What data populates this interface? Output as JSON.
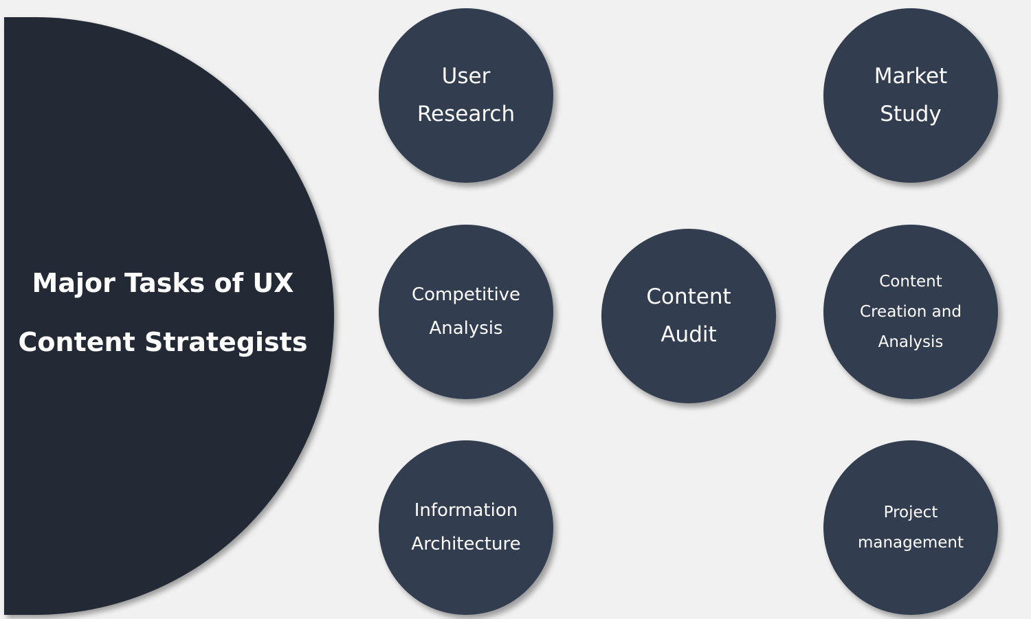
{
  "hub": {
    "line1": "Major Tasks of UX",
    "line2": "Content Strategists"
  },
  "tasks": {
    "user_research": [
      "User",
      "Research"
    ],
    "market_study": [
      "Market",
      "Study"
    ],
    "competitive_analysis": [
      "Competitive",
      "Analysis"
    ],
    "content_audit": [
      "Content",
      "Audit"
    ],
    "content_creation": [
      "Content",
      "Creation and",
      "Analysis"
    ],
    "information_architecture": [
      "Information",
      "Architecture"
    ],
    "project_management": [
      "Project",
      "management"
    ]
  },
  "colors": {
    "background": "#f1f1f1",
    "hub": "#232a35",
    "task_circle": "#333d50",
    "text": "#ffffff"
  }
}
